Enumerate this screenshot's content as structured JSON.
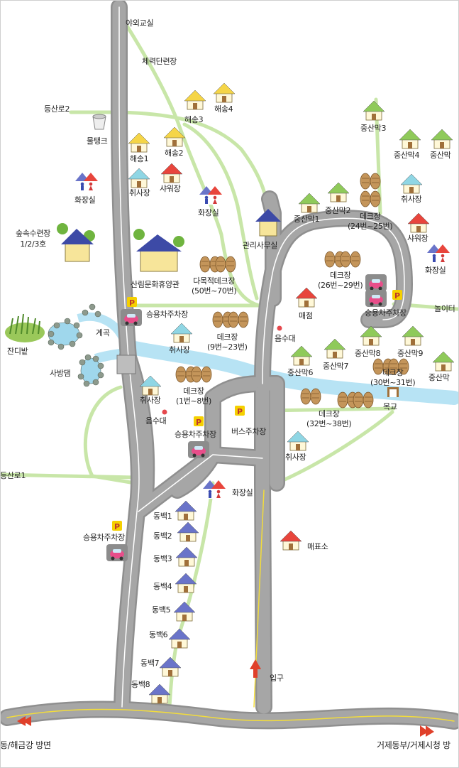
{
  "map": {
    "labels": {
      "outdoor_class": "야외교실",
      "fitness": "체력단련장",
      "trail_2": "등산로2",
      "trail_1": "등산로1",
      "water_tank": "물탱크",
      "haesong1": "해송1",
      "haesong2": "해송2",
      "haesong3": "해송3",
      "haesong4": "해송4",
      "cook_left": "취사장",
      "shower_left": "샤워장",
      "toilet_left": "화장실",
      "toilet_upper": "화장실",
      "forest_lodge": "숲속수련장\n1/2/3호",
      "culture_hall": "산림문화휴양관",
      "office": "관리사무실",
      "multi_deck": "다목적데크장\n(50번~70번)",
      "parking_left": "승용차주차장",
      "valley": "계곡",
      "lawn": "잔디밭",
      "erosion_dam": "사방댐",
      "deck_9_23": "데크장\n(9번~23번)",
      "cook_mid": "취사장",
      "fountain_upper": "음수대",
      "snack": "매점",
      "cook_lower": "취사장",
      "deck_1_8": "데크장\n(1번~8번)",
      "fountain_lower": "음수대",
      "parking_center": "승용차주차장",
      "bus_parking": "버스주차장",
      "toilet_center": "화장실",
      "parking_bottom": "승용차주차장",
      "ticket": "매표소",
      "entrance": "입구",
      "jungsan1": "중산막1",
      "jungsan2": "중산막2",
      "jungsan3": "중산막3",
      "jungsan4": "중산막4",
      "jungsan5": "중산막",
      "jungsan6": "중산막6",
      "jungsan7": "중산막7",
      "jungsan8": "중산막8",
      "jungsan9": "중산막9",
      "jungsan_r": "중산막",
      "deck_24_25": "데크장\n(24번~25번)",
      "deck_26_29": "데크장\n(26번~29번)",
      "parking_right": "승용차주차장",
      "playground": "놀이터",
      "cook_right": "취사장",
      "shower_right": "샤워장",
      "toilet_right": "화장실",
      "deck_30_31": "데크장\n(30번~31번)",
      "bridge": "목교",
      "deck_32_38": "데크장\n(32번~38번)",
      "cook_bottom": "취사장",
      "dongbaek1": "동백1",
      "dongbaek2": "동백2",
      "dongbaek3": "동백3",
      "dongbaek4": "동백4",
      "dongbaek5": "동백5",
      "dongbaek6": "동백6",
      "dongbaek7": "동백7",
      "dongbaek8": "동백8",
      "dir_left": "동/해금강 방면",
      "dir_right": "거제동부/거제시청 방"
    },
    "colors": {
      "road": "#9a9a9a",
      "road_edge": "#ffffff",
      "path": "#c8e6a8",
      "stream": "#b7e3f4",
      "house_yellow": "#f5d547",
      "house_green": "#8fca5a",
      "house_red": "#e8453c",
      "house_blue": "#6a74c9",
      "house_cyan": "#8fd6e4",
      "deck": "#b8894c",
      "parking": "#f5d000"
    },
    "icons": {
      "house": "house-icon",
      "deck": "deck-icon",
      "parking": "parking-sign-icon",
      "car": "car-icon",
      "toilet": "toilet-icon",
      "fountain": "fountain-dot-icon",
      "tank": "water-tank-icon",
      "arrow": "direction-arrow-icon"
    }
  }
}
